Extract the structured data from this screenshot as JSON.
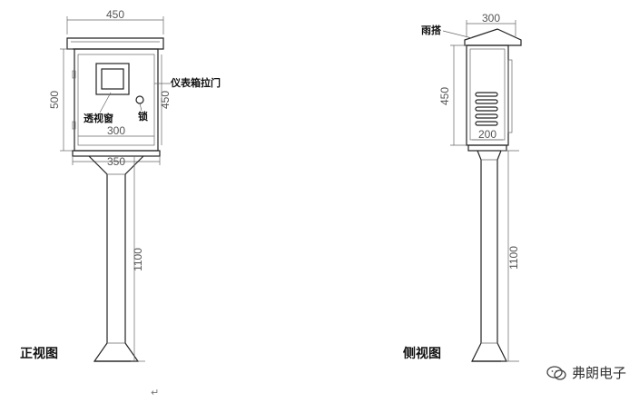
{
  "front_view": {
    "view_title": "正视图",
    "label_window": "透视窗",
    "label_lock": "锁",
    "label_door": "仪表箱拉门",
    "dim_top_width": "450",
    "dim_height": "500",
    "dim_inner_height": "450",
    "dim_inner_width": "300",
    "dim_base_width": "350",
    "dim_pole": "1100"
  },
  "side_view": {
    "view_title": "侧视图",
    "label_canopy": "雨搭",
    "dim_top_width": "300",
    "dim_height": "450",
    "dim_bottom_width": "200",
    "dim_pole": "1100"
  },
  "watermark": {
    "text": "弗朗电子",
    "icon": "wechat-icon"
  },
  "return_mark": "↵"
}
